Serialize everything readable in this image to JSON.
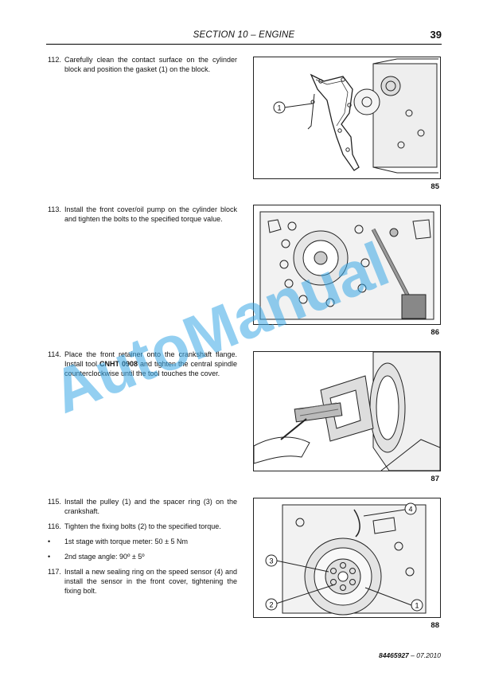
{
  "header": {
    "title": "SECTION 10 – ENGINE",
    "page": "39"
  },
  "steps": {
    "s112": {
      "num": "112.",
      "text": "Carefully clean the contact surface on the cylinder block and position the gasket (1) on the block."
    },
    "s113": {
      "num": "113.",
      "text": "Install the front cover/oil pump on the cylinder block and tighten the bolts to the specified torque value."
    },
    "s114": {
      "num": "114.",
      "text_a": "Place the front retainer onto the crankshaft flange. Install tool ",
      "tool": "CNHT 0908",
      "text_b": " and tighten the central spindle counterclockwise until the tool touches the cover."
    },
    "s115": {
      "num": "115.",
      "text": "Install the pulley (1) and the spacer ring (3) on the crankshaft."
    },
    "s116": {
      "num": "116.",
      "text": "Tighten the fixing bolts (2) to the specified torque."
    },
    "b1": {
      "sym": "•",
      "text": "1st stage with torque meter: 50 ± 5 Nm"
    },
    "b2": {
      "sym": "•",
      "text": "2nd stage angle: 90º ± 5º"
    },
    "s117": {
      "num": "117.",
      "text": "Install a new sealing ring on the speed sensor (4) and install the sensor in the front cover, tightening the fixing bolt."
    }
  },
  "figures": {
    "f85": {
      "number": "85",
      "callouts": [
        "1"
      ]
    },
    "f86": {
      "number": "86"
    },
    "f87": {
      "number": "87"
    },
    "f88": {
      "number": "88",
      "callouts": [
        "4",
        "3",
        "2",
        "1"
      ]
    }
  },
  "watermark": {
    "text": "AutoManual"
  },
  "footer": {
    "code": "84465927",
    "date": "– 07.2010"
  }
}
